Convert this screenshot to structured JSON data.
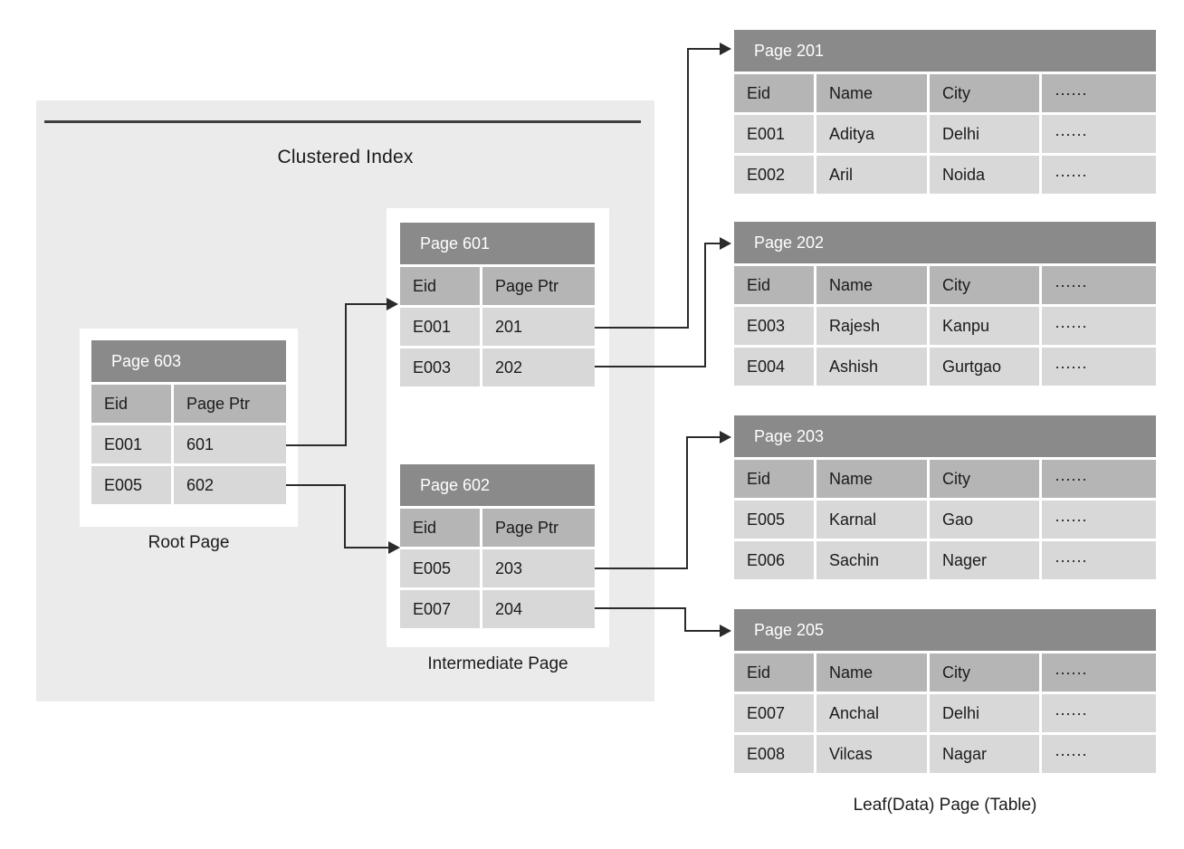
{
  "title": "Clustered Index",
  "labels": {
    "root": "Root Page",
    "intermediate": "Intermediate Page",
    "leaf_caption": "Leaf(Data) Page (Table)"
  },
  "colors": {
    "container_bg": "#ebebeb",
    "page_header_bg": "#8a8a8a",
    "column_header_bg": "#b5b5b5",
    "data_cell_bg": "#d8d8d8",
    "box_bg": "#ffffff",
    "line": "#2b2b2b",
    "page_header_text": "#ffffff",
    "text": "#1b1b1b"
  },
  "index_pages": {
    "root": {
      "title": "Page 603",
      "columns": [
        "Eid",
        "Page Ptr"
      ],
      "rows": [
        [
          "E001",
          "601"
        ],
        [
          "E005",
          "602"
        ]
      ]
    },
    "intermediate": [
      {
        "title": "Page 601",
        "columns": [
          "Eid",
          "Page Ptr"
        ],
        "rows": [
          [
            "E001",
            "201"
          ],
          [
            "E003",
            "202"
          ]
        ]
      },
      {
        "title": "Page 602",
        "columns": [
          "Eid",
          "Page Ptr"
        ],
        "rows": [
          [
            "E005",
            "203"
          ],
          [
            "E007",
            "204"
          ]
        ]
      }
    ]
  },
  "leaf_pages": [
    {
      "title": "Page 201",
      "columns": [
        "Eid",
        "Name",
        "City",
        "······"
      ],
      "rows": [
        [
          "E001",
          "Aditya",
          "Delhi",
          "······"
        ],
        [
          "E002",
          "Aril",
          "Noida",
          "······"
        ]
      ]
    },
    {
      "title": "Page 202",
      "columns": [
        "Eid",
        "Name",
        "City",
        "······"
      ],
      "rows": [
        [
          "E003",
          "Rajesh",
          "Kanpu",
          "······"
        ],
        [
          "E004",
          "Ashish",
          "Gurtgao",
          "······"
        ]
      ]
    },
    {
      "title": "Page 203",
      "columns": [
        "Eid",
        "Name",
        "City",
        "······"
      ],
      "rows": [
        [
          "E005",
          "Karnal",
          "Gao",
          "······"
        ],
        [
          "E006",
          "Sachin",
          "Nager",
          "······"
        ]
      ]
    },
    {
      "title": "Page 205",
      "columns": [
        "Eid",
        "Name",
        "City",
        "······"
      ],
      "rows": [
        [
          "E007",
          "Anchal",
          "Delhi",
          "······"
        ],
        [
          "E008",
          "Vilcas",
          "Nagar",
          "······"
        ]
      ]
    }
  ],
  "connections": [
    {
      "from": "Page 603 row E001/601",
      "to": "Page 601"
    },
    {
      "from": "Page 603 row E005/602",
      "to": "Page 602"
    },
    {
      "from": "Page 601 row E001/201",
      "to": "Page 201"
    },
    {
      "from": "Page 601 row E003/202",
      "to": "Page 202"
    },
    {
      "from": "Page 602 row E005/203",
      "to": "Page 203"
    },
    {
      "from": "Page 602 row E007/204",
      "to": "Page 205"
    }
  ]
}
